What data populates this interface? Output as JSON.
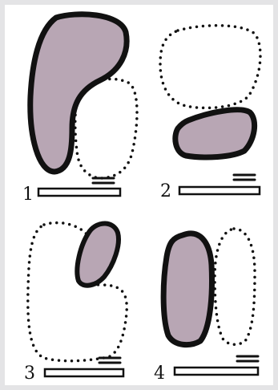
{
  "colors": {
    "background": "#e4e4e6",
    "paper": "#ffffff",
    "filled_shape": "#b8a6b4",
    "ink": "#111111"
  },
  "panels": [
    {
      "number": "1"
    },
    {
      "number": "2"
    },
    {
      "number": "3"
    },
    {
      "number": "4"
    }
  ]
}
